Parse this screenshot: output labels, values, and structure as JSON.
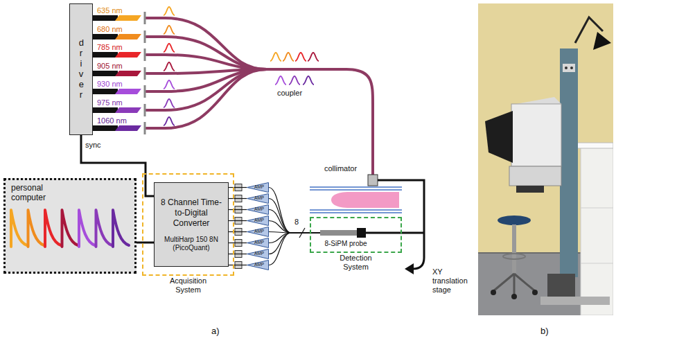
{
  "diagram": {
    "nodes": [
      {
        "text": [
          "driver"
        ]
      },
      {
        "text": [
          "personal computer"
        ]
      },
      {
        "text": [
          "Acquisition System"
        ]
      },
      {
        "text": [
          "8 Channel Time-to-Digital Converter",
          "MultiHarp 150 8N (PicoQuant)"
        ],
        "in": 2
      },
      {
        "text": [
          "AMP"
        ]
      },
      {
        "text": [
          "AMP"
        ]
      },
      {
        "text": [
          "AMP"
        ]
      },
      {
        "text": [
          "AMP"
        ]
      },
      {
        "text": [
          "AMP"
        ]
      },
      {
        "text": [
          "AMP"
        ]
      },
      {
        "text": [
          "AMP"
        ]
      },
      {
        "text": [
          "AMP"
        ]
      },
      {
        "text": [
          "Detection System"
        ]
      },
      {
        "text": [
          "8-SiPM probe"
        ],
        "in": 12
      }
    ],
    "edges": [
      {
        "from": 0,
        "to": 3,
        "arrow": "none",
        "label": "sync"
      },
      {
        "from": 1,
        "to": 3,
        "arrow": "none"
      },
      {
        "from": 13,
        "to": 4,
        "arrow": "none"
      },
      {
        "from": 13,
        "to": 5,
        "arrow": "none"
      },
      {
        "from": 13,
        "to": 6,
        "arrow": "none"
      },
      {
        "from": 13,
        "to": 7,
        "arrow": "none"
      },
      {
        "from": 13,
        "to": 8,
        "arrow": "none"
      },
      {
        "from": 13,
        "to": 9,
        "arrow": "none"
      },
      {
        "from": 13,
        "to": 10,
        "arrow": "none"
      },
      {
        "from": 13,
        "to": 11,
        "arrow": "none"
      },
      {
        "from": 4,
        "to": 3,
        "arrow": "none"
      },
      {
        "from": 5,
        "to": 3,
        "arrow": "none"
      },
      {
        "from": 6,
        "to": 3,
        "arrow": "none"
      },
      {
        "from": 7,
        "to": 3,
        "arrow": "none"
      },
      {
        "from": 8,
        "to": 3,
        "arrow": "none"
      },
      {
        "from": 9,
        "to": 3,
        "arrow": "none"
      },
      {
        "from": 10,
        "to": 3,
        "arrow": "none"
      },
      {
        "from": 11,
        "to": 3,
        "arrow": "none"
      }
    ],
    "labels": [
      "635 nm",
      "680 nm",
      "785 nm",
      "905 nm",
      "930 nm",
      "975 nm",
      "1060 nm",
      "coupler",
      "collimator",
      "XY translation stage",
      "8",
      "a)",
      "b)"
    ]
  }
}
